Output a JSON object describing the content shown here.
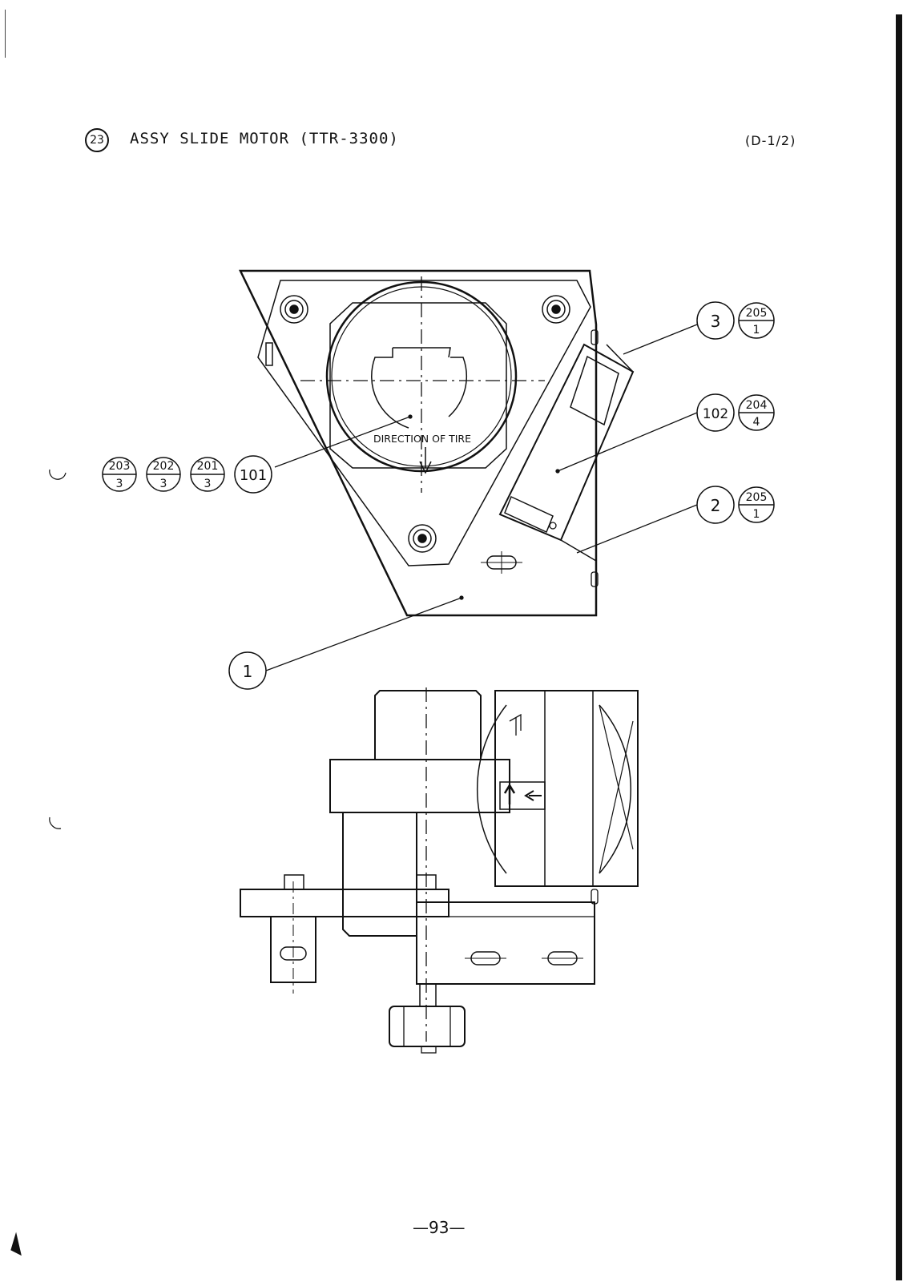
{
  "header": {
    "section_number": "23",
    "title": "ASSY SLIDE MOTOR (TTR-3300)",
    "sheet_ref": "(D-1/2)"
  },
  "diagram": {
    "annotation": "DIRECTION OF TIRE",
    "callouts": [
      {
        "id": "101",
        "items": [
          {
            "num": "203",
            "qty": "3"
          },
          {
            "num": "202",
            "qty": "3"
          },
          {
            "num": "201",
            "qty": "3"
          }
        ]
      },
      {
        "id": "3",
        "items": [
          {
            "num": "205",
            "qty": "1"
          }
        ]
      },
      {
        "id": "102",
        "items": [
          {
            "num": "204",
            "qty": "4"
          }
        ]
      },
      {
        "id": "2",
        "items": [
          {
            "num": "205",
            "qty": "1"
          }
        ]
      },
      {
        "id": "1",
        "items": []
      }
    ]
  },
  "footer": {
    "page_number": "—93—"
  }
}
